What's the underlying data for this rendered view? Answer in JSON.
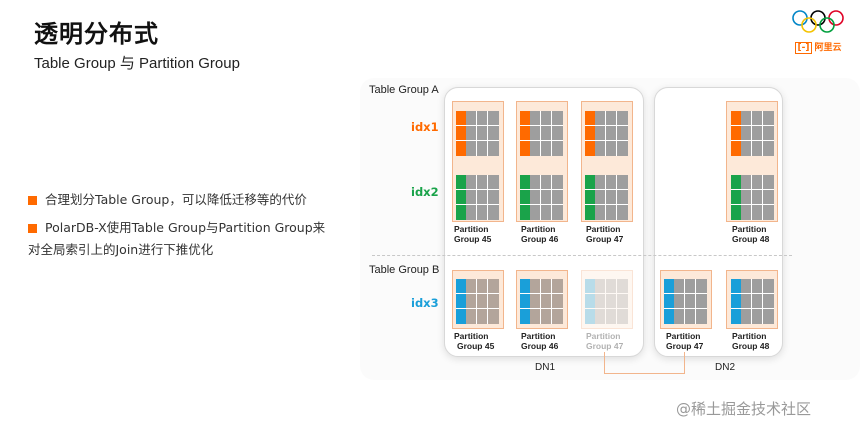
{
  "header": {
    "title": "透明分布式",
    "subtitle": "Table Group 与 Partition Group"
  },
  "logo": {
    "brand": "阿里云"
  },
  "bullets": [
    "合理划分Table Group，可以降低迁移等的代价",
    "PolarDB-X使用Table Group与Partition Group来",
    "对全局索引上的Join进行下推优化"
  ],
  "diagram": {
    "table_group_a": "Table Group A",
    "table_group_b": "Table Group B",
    "indexes": [
      {
        "label": "idx1",
        "color": "#ff6a00"
      },
      {
        "label": "idx2",
        "color": "#1aa34a"
      },
      {
        "label": "idx3",
        "color": "#1a9fd9"
      }
    ],
    "partition_groups_a": [
      {
        "line1": "Partition",
        "line2": "Group 45"
      },
      {
        "line1": "Partition",
        "line2": "Group 46"
      },
      {
        "line1": "Partition",
        "line2": "Group 47"
      },
      {
        "line1": "Partition",
        "line2": "Group 48"
      }
    ],
    "partition_groups_b": [
      {
        "line1": "Partition",
        "line2": "Group 45"
      },
      {
        "line1": "Partition",
        "line2": "Group 46"
      },
      {
        "line1": "Partition",
        "line2": "Group 47",
        "faded": true
      },
      {
        "line1": "Partition",
        "line2": "Group 47"
      },
      {
        "line1": "Partition",
        "line2": "Group 48"
      }
    ],
    "dn1": "DN1",
    "dn2": "DN2"
  },
  "watermark": "@稀土掘金技术社区"
}
